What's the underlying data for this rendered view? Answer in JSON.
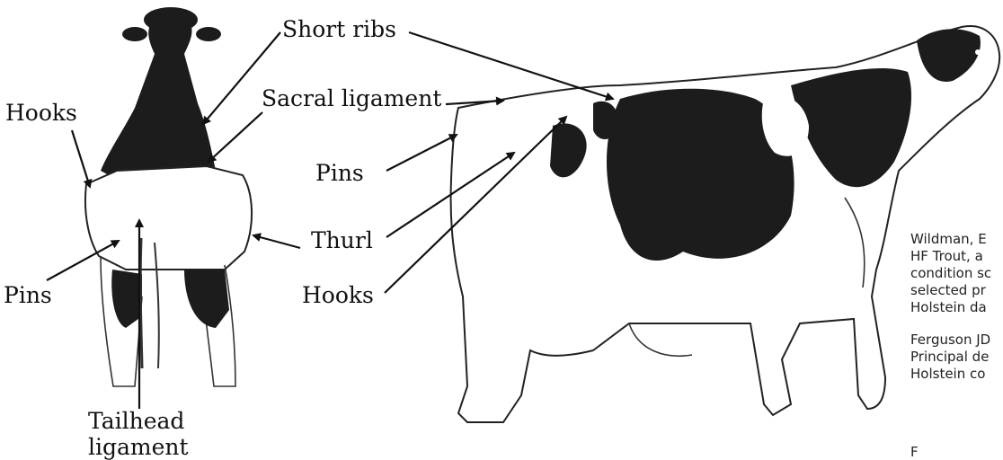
{
  "rear_view": {
    "labels": {
      "short_ribs": "Short ribs",
      "hooks": "Hooks",
      "sacral_ligament": "Sacral ligament",
      "pins": "Pins",
      "tailhead_line1": "Tailhead",
      "tailhead_line2": "ligament"
    }
  },
  "side_view": {
    "labels": {
      "pins": "Pins",
      "thurl": "Thurl",
      "hooks": "Hooks"
    }
  },
  "references": [
    "Wildman, E",
    "HF Trout, a",
    "condition sc",
    "selected pr",
    "Holstein da",
    "Ferguson JD",
    "Principal de",
    "Holstein co",
    "F"
  ]
}
